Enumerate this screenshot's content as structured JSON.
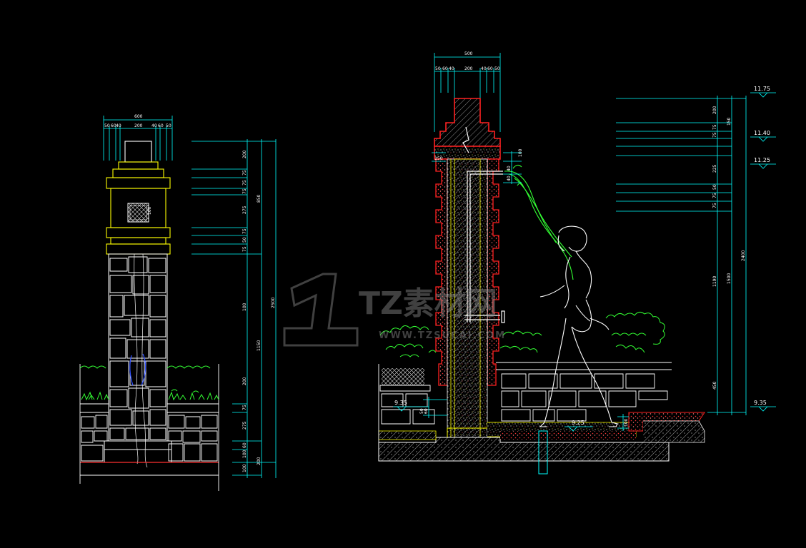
{
  "left_elevation": {
    "top_dims": [
      "600",
      "50",
      "60",
      "40",
      "200",
      "40",
      "60",
      "50"
    ],
    "side_dims": [
      "200",
      "75",
      "75",
      "75",
      "275",
      "75",
      "50",
      "75",
      "100",
      "200",
      "75",
      "275",
      "60",
      "100",
      "100"
    ],
    "overall_dims": [
      "850",
      "1150",
      "2500",
      "200"
    ],
    "inner_dim": "100"
  },
  "right_section": {
    "top_dims": [
      "500",
      "50",
      "60",
      "40",
      "200",
      "40",
      "60",
      "50"
    ],
    "side_dims": [
      "200",
      "150",
      "75",
      "75",
      "225",
      "50",
      "75",
      "75",
      "1190",
      "450"
    ],
    "overall_dims": [
      "1500",
      "2400"
    ],
    "left_dims": [
      "150",
      "50",
      "60",
      "100"
    ],
    "small_dims": [
      "100",
      "40",
      "40"
    ],
    "levels": [
      "11.75",
      "11.40",
      "11.25",
      "9.35",
      "9.35",
      "9.25"
    ]
  },
  "watermark": {
    "cn": "TZ素材网",
    "en": "WWW.TZSUCAI.COM"
  },
  "colors": {
    "dimension": "#00ffff",
    "masonry_yellow": "#ffff00",
    "brick_red": "#ff2020",
    "foliage_green": "#33ff33",
    "stone_white": "#ffffff"
  }
}
